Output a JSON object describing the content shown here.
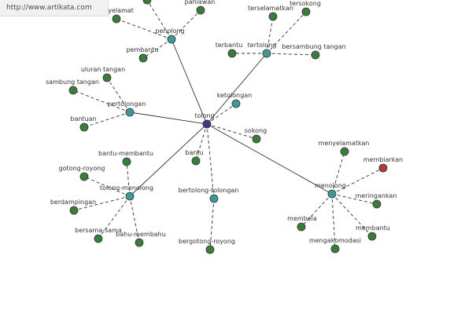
{
  "watermark": "http://www.artikata.com",
  "colors": {
    "root": "#3a3a8c",
    "hub": "#3f9999",
    "leaf": "#3a7d3a",
    "special": "#b03a3a",
    "line": "#333333"
  },
  "nodes": [
    {
      "id": "tolong",
      "label": "tolong",
      "kind": "root"
    },
    {
      "id": "penolong",
      "label": "penolong",
      "kind": "hub"
    },
    {
      "id": "tertolong",
      "label": "tertolong",
      "kind": "hub"
    },
    {
      "id": "pertolongan",
      "label": "pertolongan",
      "kind": "hub"
    },
    {
      "id": "tolong-menolong",
      "label": "tolong-menolong",
      "kind": "hub"
    },
    {
      "id": "menolong",
      "label": "menolong",
      "kind": "hub"
    },
    {
      "id": "ketolongan",
      "label": "ketolongan",
      "kind": "hub"
    },
    {
      "id": "bertolong-tolongan",
      "label": "bertolong-tolongan",
      "kind": "hub"
    },
    {
      "id": "pahlawan",
      "label": "pahlawan",
      "kind": "leaf"
    },
    {
      "id": "penyelamat",
      "label": "penyelamat",
      "kind": "leaf"
    },
    {
      "id": "pembantu",
      "label": "pembantu",
      "kind": "leaf"
    },
    {
      "id": "terselamatkan",
      "label": "terselamatkan",
      "kind": "leaf"
    },
    {
      "id": "tersokong",
      "label": "tersokong",
      "kind": "leaf"
    },
    {
      "id": "terbantu",
      "label": "terbantu",
      "kind": "leaf"
    },
    {
      "id": "bersambung-tangan",
      "label": "bersambung tangan",
      "kind": "leaf"
    },
    {
      "id": "uluran-tangan",
      "label": "uluran tangan",
      "kind": "leaf"
    },
    {
      "id": "sambung-tangan",
      "label": "sambung tangan",
      "kind": "leaf"
    },
    {
      "id": "bantuan",
      "label": "bantuan",
      "kind": "leaf"
    },
    {
      "id": "sokong",
      "label": "sokong",
      "kind": "leaf"
    },
    {
      "id": "bantu",
      "label": "bantu",
      "kind": "leaf"
    },
    {
      "id": "bantu-membantu",
      "label": "bantu-membantu",
      "kind": "leaf"
    },
    {
      "id": "gotong-royong",
      "label": "gotong-royong",
      "kind": "leaf"
    },
    {
      "id": "berdampingan",
      "label": "berdampingan",
      "kind": "leaf"
    },
    {
      "id": "bersama-sama",
      "label": "bersama-sama",
      "kind": "leaf"
    },
    {
      "id": "bahu-membahu",
      "label": "bahu-membahu",
      "kind": "leaf"
    },
    {
      "id": "bergotong-royong",
      "label": "bergotong-royong",
      "kind": "leaf"
    },
    {
      "id": "menyelamatkan",
      "label": "menyelamatkan",
      "kind": "leaf"
    },
    {
      "id": "membiarkan",
      "label": "membiarkan",
      "kind": "special"
    },
    {
      "id": "meringankan",
      "label": "meringankan",
      "kind": "leaf"
    },
    {
      "id": "membela",
      "label": "membela",
      "kind": "leaf"
    },
    {
      "id": "membantu",
      "label": "membantu",
      "kind": "leaf"
    },
    {
      "id": "mengakomodasi",
      "label": "mengakomodasi",
      "kind": "leaf"
    },
    {
      "id": "top-hidden",
      "label": "",
      "kind": "leaf"
    }
  ],
  "edges": [
    {
      "from": "tolong",
      "to": "penolong",
      "style": "solid"
    },
    {
      "from": "tolong",
      "to": "tertolong",
      "style": "solid"
    },
    {
      "from": "tolong",
      "to": "pertolongan",
      "style": "solid"
    },
    {
      "from": "tolong",
      "to": "tolong-menolong",
      "style": "solid"
    },
    {
      "from": "tolong",
      "to": "menolong",
      "style": "solid"
    },
    {
      "from": "tolong",
      "to": "ketolongan",
      "style": "dashed"
    },
    {
      "from": "tolong",
      "to": "sokong",
      "style": "dashed"
    },
    {
      "from": "tolong",
      "to": "bantu",
      "style": "dashed"
    },
    {
      "from": "tolong",
      "to": "bertolong-tolongan",
      "style": "dashed"
    },
    {
      "from": "penolong",
      "to": "pahlawan",
      "style": "dashed"
    },
    {
      "from": "penolong",
      "to": "penyelamat",
      "style": "dashed"
    },
    {
      "from": "penolong",
      "to": "pembantu",
      "style": "dashed"
    },
    {
      "from": "penolong",
      "to": "top-hidden",
      "style": "dashed"
    },
    {
      "from": "tertolong",
      "to": "terselamatkan",
      "style": "dashed"
    },
    {
      "from": "tertolong",
      "to": "tersokong",
      "style": "dashed"
    },
    {
      "from": "tertolong",
      "to": "terbantu",
      "style": "dashed"
    },
    {
      "from": "tertolong",
      "to": "bersambung-tangan",
      "style": "dashed"
    },
    {
      "from": "pertolongan",
      "to": "uluran-tangan",
      "style": "dashed"
    },
    {
      "from": "pertolongan",
      "to": "sambung-tangan",
      "style": "dashed"
    },
    {
      "from": "pertolongan",
      "to": "bantuan",
      "style": "dashed"
    },
    {
      "from": "tolong-menolong",
      "to": "bantu-membantu",
      "style": "dashed"
    },
    {
      "from": "tolong-menolong",
      "to": "gotong-royong",
      "style": "dashed"
    },
    {
      "from": "tolong-menolong",
      "to": "berdampingan",
      "style": "dashed"
    },
    {
      "from": "tolong-menolong",
      "to": "bersama-sama",
      "style": "dashed"
    },
    {
      "from": "tolong-menolong",
      "to": "bahu-membahu",
      "style": "dashed"
    },
    {
      "from": "bertolong-tolongan",
      "to": "bergotong-royong",
      "style": "dashed"
    },
    {
      "from": "menolong",
      "to": "menyelamatkan",
      "style": "dashed"
    },
    {
      "from": "menolong",
      "to": "membiarkan",
      "style": "dashed"
    },
    {
      "from": "menolong",
      "to": "meringankan",
      "style": "dashed"
    },
    {
      "from": "menolong",
      "to": "membela",
      "style": "dashed"
    },
    {
      "from": "menolong",
      "to": "membantu",
      "style": "dashed"
    },
    {
      "from": "menolong",
      "to": "mengakomodasi",
      "style": "dashed"
    }
  ]
}
